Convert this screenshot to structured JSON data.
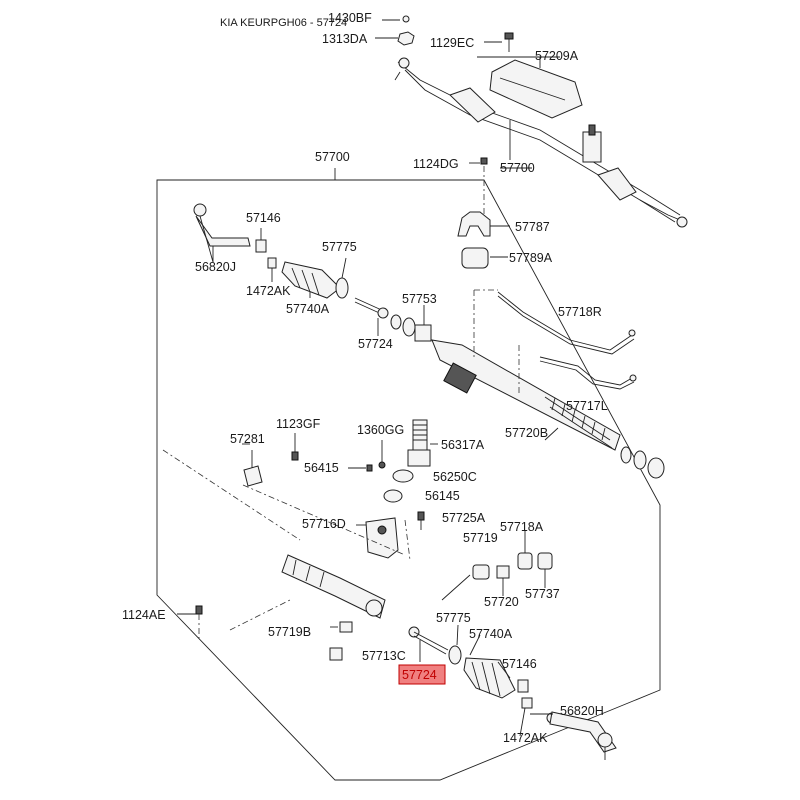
{
  "header": {
    "title": "KIA KEURPGH06 - 57724"
  },
  "highlight": {
    "color": "#f08080",
    "text_color": "#c00000",
    "label": "57724"
  },
  "labels": {
    "l1430BF": "1430BF",
    "l1313DA": "1313DA",
    "l1129EC": "1129EC",
    "l57209A": "57209A",
    "l57700_top": "57700",
    "l1124DG": "1124DG",
    "l57700_mid": "57700",
    "l57146_a": "57146",
    "l56820J": "56820J",
    "l57787": "57787",
    "l57775_a": "57775",
    "l1472AK_a": "1472AK",
    "l57789A": "57789A",
    "l57740A_a": "57740A",
    "l57753": "57753",
    "l57718R": "57718R",
    "l57724_a": "57724",
    "l57717L": "57717L",
    "l57720B": "57720B",
    "l57281": "57281",
    "l1123GF": "1123GF",
    "l1360GG": "1360GG",
    "l56317A": "56317A",
    "l56415": "56415",
    "l56250C": "56250C",
    "l56145": "56145",
    "l57716D": "57716D",
    "l57725A": "57725A",
    "l57718A": "57718A",
    "l57719": "57719",
    "l57720": "57720",
    "l57737": "57737",
    "l1124AE": "1124AE",
    "l57719B": "57719B",
    "l57775_b": "57775",
    "l57740A_b": "57740A",
    "l57713C": "57713C",
    "l57146_b": "57146",
    "l56820H": "56820H",
    "l1472AK_b": "1472AK"
  }
}
